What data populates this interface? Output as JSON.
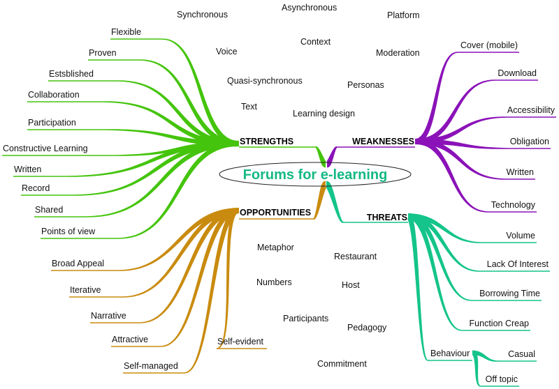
{
  "title": "Forums for e-learning",
  "colors": {
    "strengths": "#44c40c",
    "weaknesses": "#8a12b8",
    "opportunities": "#c98b0f",
    "threats": "#14c48a",
    "title_text": "#14b884",
    "text": "#111111"
  },
  "branches": {
    "strengths": {
      "label": "STRENGTHS",
      "items": [
        "Flexible",
        "Proven",
        "Estsblished",
        "Collaboration",
        "Participation",
        "Constructive Learning",
        "Written",
        "Record",
        "Shared",
        "Points of view"
      ]
    },
    "weaknesses": {
      "label": "WEAKNESSES",
      "items": [
        "Cover (mobile)",
        "Download",
        "Accessibility",
        "Obligation",
        "Written",
        "Technology"
      ]
    },
    "opportunities": {
      "label": "OPPORTUNITIES",
      "items": [
        "Broad Appeal",
        "Iterative",
        "Narrative",
        "Attractive",
        "Self-managed",
        "Self-evident"
      ]
    },
    "threats": {
      "label": "THREATS",
      "items": [
        "Volume",
        "Lack Of Interest",
        "Borrowing Time",
        "Function Creap",
        "Behaviour"
      ],
      "sub": {
        "parent": "Behaviour",
        "items": [
          "Casual",
          "Off topic"
        ]
      }
    }
  },
  "free_words": [
    "Synchronous",
    "Asynchronous",
    "Platform",
    "Context",
    "Voice",
    "Moderation",
    "Quasi-synchronous",
    "Personas",
    "Text",
    "Learning design",
    "Metaphor",
    "Restaurant",
    "Numbers",
    "Host",
    "Participants",
    "Pedagogy",
    "Commitment"
  ]
}
